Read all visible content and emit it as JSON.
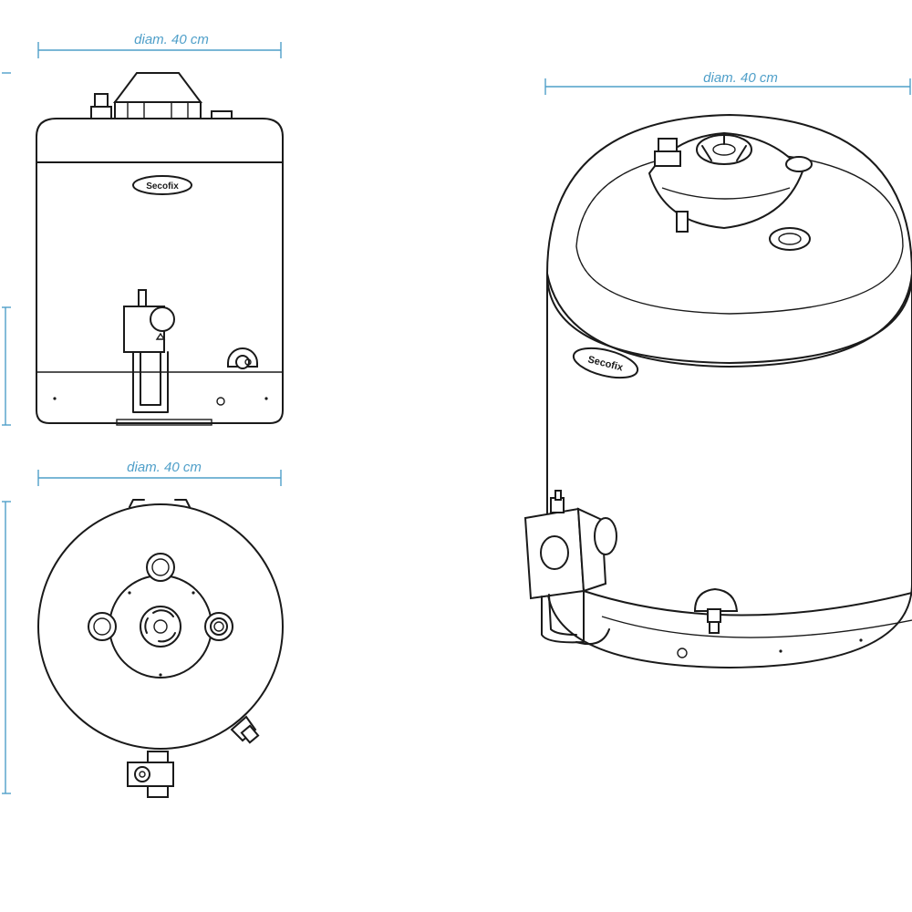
{
  "diagram": {
    "dimension_label": "diam. 40 cm",
    "dimension_color": "#4f9fc9",
    "line_color": "#1a1a1a",
    "brand_logo": "Secofix"
  },
  "views": {
    "front": {
      "dimension": "diam. 40 cm"
    },
    "top": {
      "dimension": "diam. 40 cm"
    },
    "perspective": {
      "dimension": "diam. 40 cm"
    }
  }
}
